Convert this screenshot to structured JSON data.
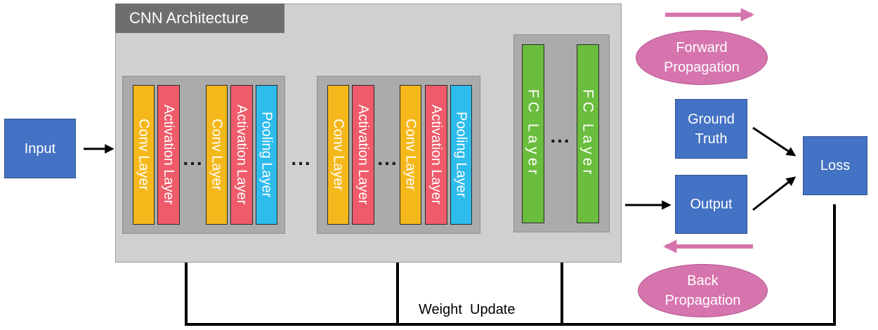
{
  "title": "CNN Architecture",
  "input_label": "Input",
  "block1": {
    "layers": [
      "Conv Layer",
      "Activation Layer",
      "Conv Layer",
      "Activation Layer",
      "Pooling Layer"
    ],
    "ellipsis": "..."
  },
  "between_blocks_ellipsis": "...",
  "block2": {
    "layers": [
      "Conv Layer",
      "Activation Layer",
      "Conv Layer",
      "Activation Layer",
      "Pooling Layer"
    ],
    "ellipsis": "..."
  },
  "fc_block": {
    "layers": [
      "FC Layer",
      "FC Layer"
    ],
    "ellipsis": "..."
  },
  "forward_label": "Forward Propagation",
  "back_label": "Back Propagation",
  "ground_truth_label": "Ground Truth",
  "output_label": "Output",
  "loss_label": "Loss",
  "weight_update_label": "Weight  Update",
  "colors": {
    "conv": "#f5b81b",
    "activation": "#ef5b6a",
    "pooling": "#2dbcec",
    "fc": "#6bbd3d",
    "node": "#4472c4",
    "propagation": "#d674ae",
    "container": "#d0d0d0",
    "title_bar": "#6e6e6e"
  }
}
